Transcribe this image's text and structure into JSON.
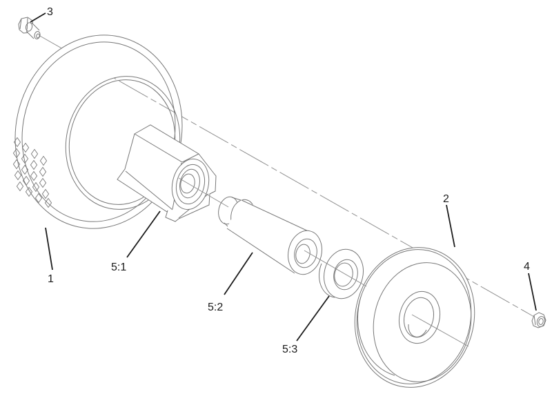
{
  "diagram": {
    "background": "#ffffff",
    "outline_color": "#777777",
    "leader_color": "#1a1a1a",
    "centerline_color": "#8f8f8f",
    "label_color": "#1a1a1a"
  },
  "callouts": {
    "tire": "1",
    "wheel": "2",
    "bolt": "3",
    "nut": "4",
    "hub": "5:1",
    "spacer": "5:2",
    "washer": "5:3"
  }
}
